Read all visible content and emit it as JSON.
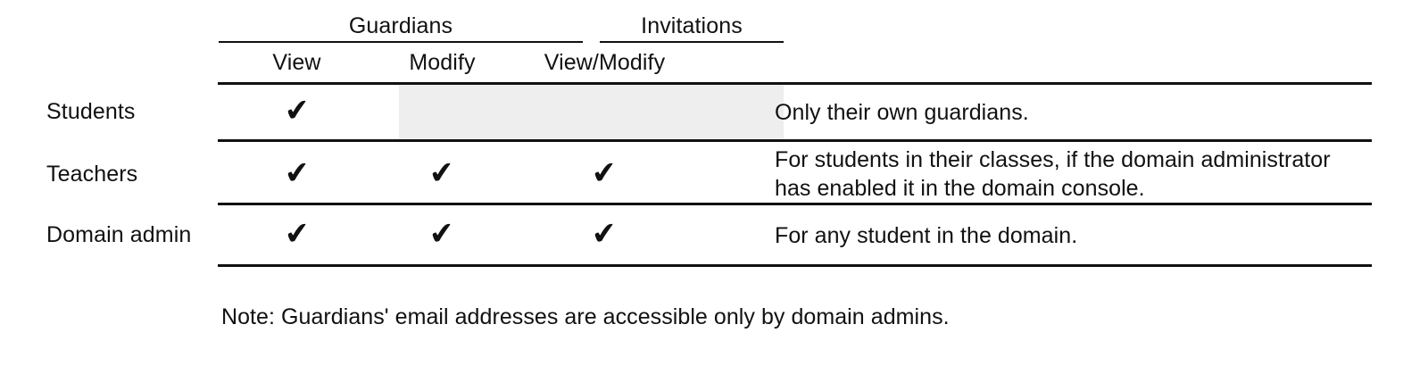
{
  "table": {
    "groups": [
      {
        "label": "Guardians"
      },
      {
        "label": "Invitations"
      }
    ],
    "columns": [
      {
        "label": "View"
      },
      {
        "label": "Modify"
      },
      {
        "label": "View/Modify"
      }
    ],
    "rows": [
      {
        "label": "Students",
        "guardians_view": "✔",
        "guardians_modify": "",
        "invitations_view_modify": "",
        "description_line1": "Only their own guardians.",
        "description_line2": ""
      },
      {
        "label": "Teachers",
        "guardians_view": "✔",
        "guardians_modify": "✔",
        "invitations_view_modify": "✔",
        "description_line1": "For students in their classes, if the domain administrator",
        "description_line2": "has enabled it in the domain console."
      },
      {
        "label": "Domain admin",
        "guardians_view": "✔",
        "guardians_modify": "✔",
        "invitations_view_modify": "✔",
        "description_line1": "For any student in the domain.",
        "description_line2": ""
      }
    ]
  },
  "note": {
    "text": "Note: Guardians' email addresses are accessible only by domain admins."
  },
  "colors": {
    "rule": "#111111",
    "text": "#111111",
    "shade": "#eeeeee",
    "background": "#ffffff"
  }
}
